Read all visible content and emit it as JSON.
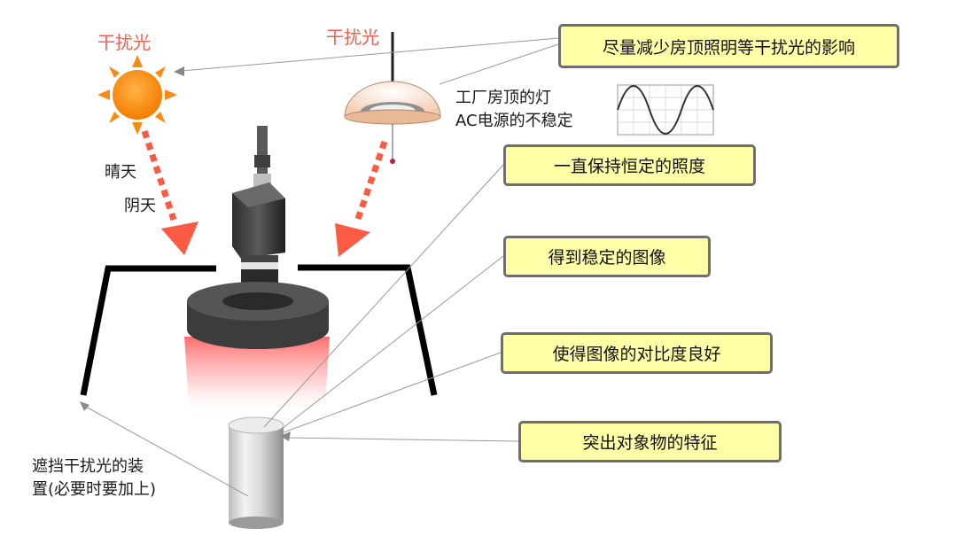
{
  "labels": {
    "interference_left": "干扰光",
    "interference_top": "干扰光",
    "sunny": "晴天",
    "cloudy": "阴天",
    "factory_light_1": "工厂房顶的灯",
    "factory_light_2": "AC电源的不稳定",
    "shield_1": "遮挡干扰光的装",
    "shield_2": "置(必要时要加上)"
  },
  "callouts": [
    "尽量减少房顶照明等干扰光的影响",
    "一直保持恒定的照度",
    "得到稳定的图像",
    "使得图像的对比度良好",
    "突出对象物的特征"
  ],
  "colors": {
    "interference_text": "#f0624f",
    "arrow": "#fb5a43",
    "callout_fill": "#ffffa8",
    "callout_border": "#6e6e6e",
    "sun": "#fb8a12",
    "glow": "#ff6a6a"
  },
  "icons": [
    "sun-icon",
    "ceiling-lamp-icon",
    "ac-waveform-icon",
    "camera-icon",
    "ring-light-icon",
    "target-object-icon"
  ]
}
